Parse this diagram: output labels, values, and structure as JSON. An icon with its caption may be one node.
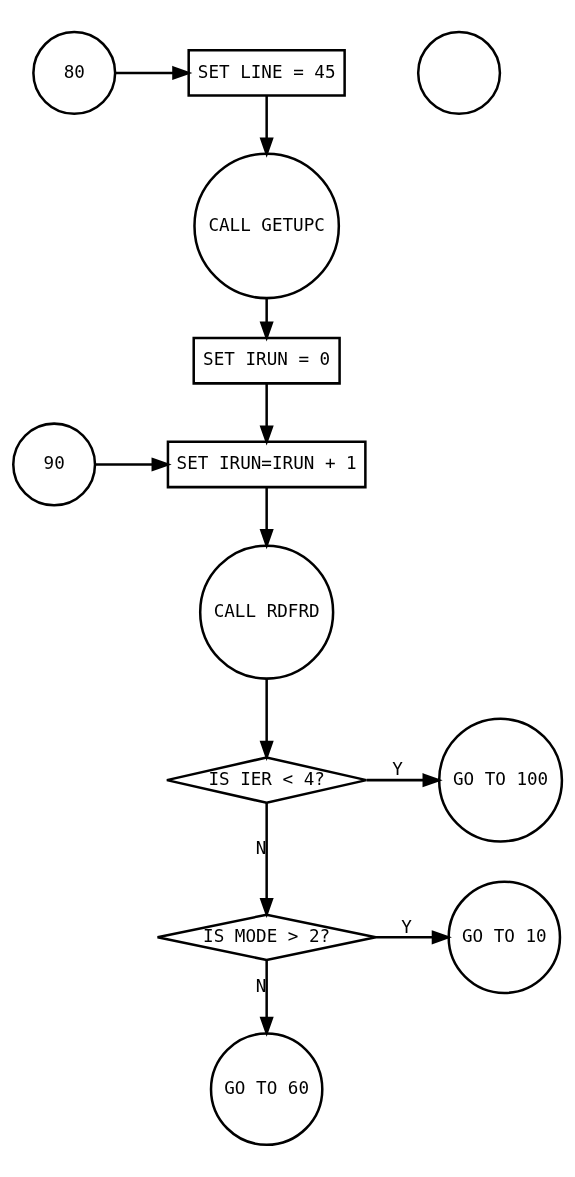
{
  "diagram": {
    "nodes": [
      {
        "text": [
          "80"
        ]
      },
      {
        "text": [
          "SET LINE = 45"
        ]
      },
      {
        "text": [
          "CALL GETUPC"
        ]
      },
      {
        "text": [
          "SET IRUN = 0"
        ]
      },
      {
        "text": [
          "90"
        ]
      },
      {
        "text": [
          "SET IRUN=IRUN + 1"
        ]
      },
      {
        "text": [
          "CALL RDFRD"
        ]
      },
      {
        "text": [
          "IS IER < 4?"
        ]
      },
      {
        "text": [
          "GO TO 100"
        ]
      },
      {
        "text": [
          "IS MODE > 2?"
        ]
      },
      {
        "text": [
          "GO TO 10"
        ]
      },
      {
        "text": [
          "GO TO 60"
        ]
      },
      {
        "text": [],
        "shape": "circle"
      }
    ],
    "edges": [
      {
        "from": 0,
        "to": 1,
        "arrow": "to"
      },
      {
        "from": 1,
        "to": 2,
        "arrow": "to"
      },
      {
        "from": 2,
        "to": 3,
        "arrow": "to"
      },
      {
        "from": 3,
        "to": 5,
        "arrow": "to"
      },
      {
        "from": 4,
        "to": 5,
        "arrow": "to"
      },
      {
        "from": 5,
        "to": 6,
        "arrow": "to"
      },
      {
        "from": 6,
        "to": 7,
        "arrow": "to"
      },
      {
        "from": 7,
        "to": 8,
        "label": "Y",
        "arrow": "to"
      },
      {
        "from": 7,
        "to": 9,
        "label": "N",
        "arrow": "to"
      },
      {
        "from": 9,
        "to": 10,
        "label": "Y",
        "arrow": "to"
      },
      {
        "from": 9,
        "to": 11,
        "label": "N",
        "arrow": "to"
      }
    ]
  }
}
